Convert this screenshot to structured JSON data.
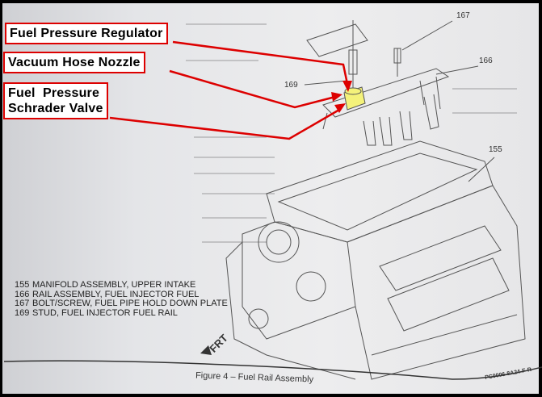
{
  "annotations": [
    {
      "text": "Fuel Pressure Regulator"
    },
    {
      "text": "Vacuum Hose Nozzle"
    },
    {
      "text": "Fuel  Pressure\nSchrader Valve"
    }
  ],
  "annotation_color": "#dd0000",
  "part_numbers": [
    "167",
    "166",
    "169",
    "155"
  ],
  "legend": [
    {
      "num": "155",
      "text": "MANIFOLD ASSEMBLY, UPPER INTAKE"
    },
    {
      "num": "166",
      "text": "RAIL ASSEMBLY, FUEL INJECTOR FUEL"
    },
    {
      "num": "167",
      "text": "BOLT/SCREW, FUEL PIPE HOLD DOWN PLATE"
    },
    {
      "num": "169",
      "text": "STUD, FUEL INJECTOR FUEL RAIL"
    }
  ],
  "direction_label": "FRT",
  "caption": "Figure 4 – Fuel Rail Assembly",
  "figure_code": "PC0006-8A24-F-R",
  "highlight_color": "#f4f27a"
}
